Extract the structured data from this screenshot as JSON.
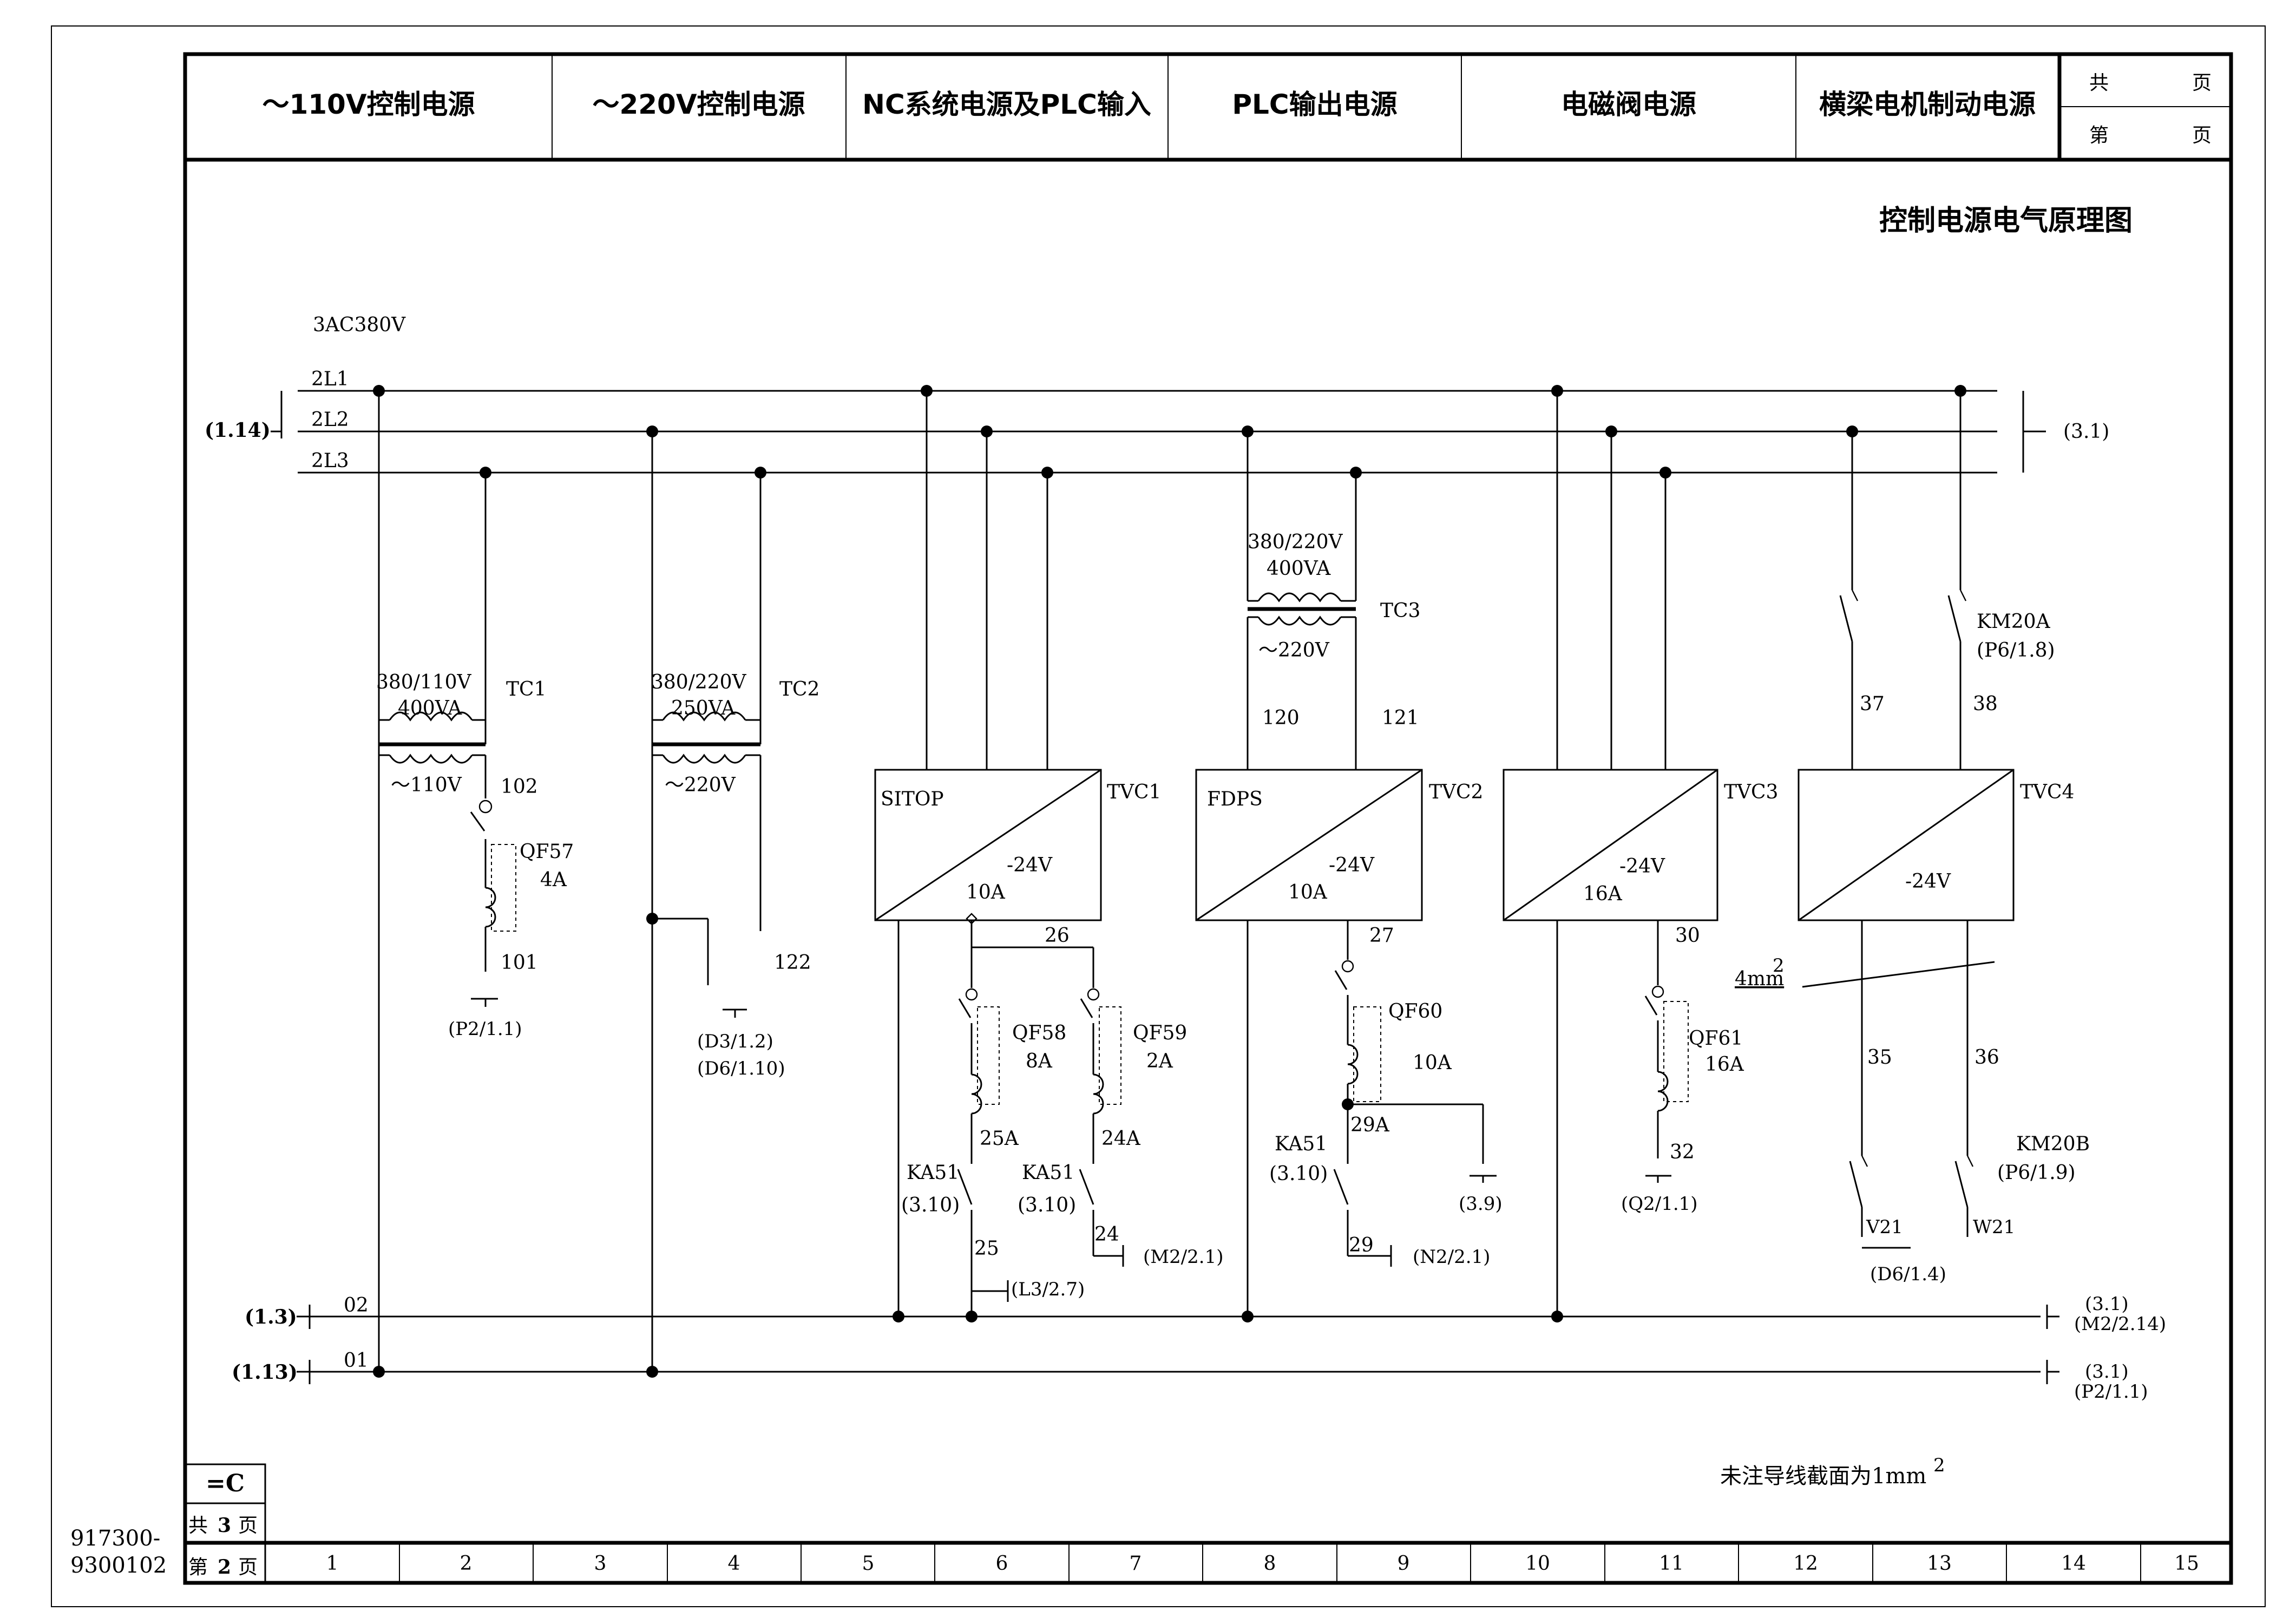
{
  "header": {
    "columns": [
      "～110V控制电源",
      "～220V控制电源",
      "NC系统电源及PLC输入",
      "PLC输出电源",
      "电磁阀电源",
      "横梁电机制动电源"
    ],
    "total_pages_label": "共",
    "page_label": "第",
    "page_unit": "页"
  },
  "title": "控制电源电气原理图",
  "supply": {
    "label": "3AC380V",
    "lines": [
      "2L1",
      "2L2",
      "2L3"
    ],
    "ref_left": "(1.14)",
    "ref_right": "(3.1)"
  },
  "bus": {
    "lines": [
      "02",
      "01"
    ],
    "ref_left": [
      "(1.3)",
      "(1.13)"
    ],
    "ref_right_02": [
      "(3.1)",
      "(M2/2.14)"
    ],
    "ref_right_01": [
      "(3.1)",
      "(P2/1.1)"
    ]
  },
  "transformers": [
    {
      "id": "TC1",
      "rating": [
        "380/110V",
        "400VA"
      ],
      "secondary": "～110V"
    },
    {
      "id": "TC2",
      "rating": [
        "380/220V",
        "250VA"
      ],
      "secondary": "～220V"
    },
    {
      "id": "TC3",
      "rating": [
        "380/220V",
        "400VA"
      ],
      "secondary": "～220V"
    }
  ],
  "power_supplies": [
    {
      "id": "TVC1",
      "name": "SITOP",
      "voltage": "-24V",
      "current": "10A"
    },
    {
      "id": "TVC2",
      "name": "FDPS",
      "voltage": "-24V",
      "current": "10A"
    },
    {
      "id": "TVC3",
      "name": "",
      "voltage": "-24V",
      "current": "16A"
    },
    {
      "id": "TVC4",
      "name": "",
      "voltage": "-24V",
      "current": ""
    }
  ],
  "breakers": [
    {
      "id": "QF57",
      "rating": "4A"
    },
    {
      "id": "QF58",
      "rating": "8A"
    },
    {
      "id": "QF59",
      "rating": "2A"
    },
    {
      "id": "QF60",
      "rating": "10A"
    },
    {
      "id": "QF61",
      "rating": "16A"
    }
  ],
  "wires": {
    "w102": "102",
    "w101": "101",
    "w122": "122",
    "w26": "26",
    "w25A": "25A",
    "w24A": "24A",
    "w25": "25",
    "w24": "24",
    "w120": "120",
    "w121": "121",
    "w27": "27",
    "w29A": "29A",
    "w29": "29",
    "w30": "30",
    "w32": "32",
    "w37": "37",
    "w38": "38",
    "w35": "35",
    "w36": "36",
    "wV21": "V21",
    "wW21": "W21"
  },
  "refs": {
    "p2_11": "(P2/1.1)",
    "d3_12": "(D3/1.2)",
    "d6_110": "(D6/1.10)",
    "l3_27": "(L3/2.7)",
    "m2_21": "(M2/2.1)",
    "n2_21": "(N2/2.1)",
    "r39": "(3.9)",
    "q2_11": "(Q2/1.1)",
    "d6_14": "(D6/1.4)"
  },
  "contacts": {
    "ka51": "KA51",
    "ka51_ref": "(3.10)",
    "km20a": "KM20A",
    "km20a_ref": "(P6/1.8)",
    "km20b": "KM20B",
    "km20b_ref": "(P6/1.9)"
  },
  "annotations": {
    "cross_section": "4mm",
    "note": "未注导线截面为1mm",
    "sup": "2"
  },
  "title_block": {
    "code": "=C",
    "total_prefix": "共",
    "total_num": "3",
    "total_suffix": "页",
    "page_prefix": "第",
    "page_num": "2",
    "page_suffix": "页",
    "drawing_no": [
      "917300-",
      "9300102"
    ]
  },
  "columns_numbers": [
    "1",
    "2",
    "3",
    "4",
    "5",
    "6",
    "7",
    "8",
    "9",
    "10",
    "11",
    "12",
    "13",
    "14",
    "15"
  ]
}
